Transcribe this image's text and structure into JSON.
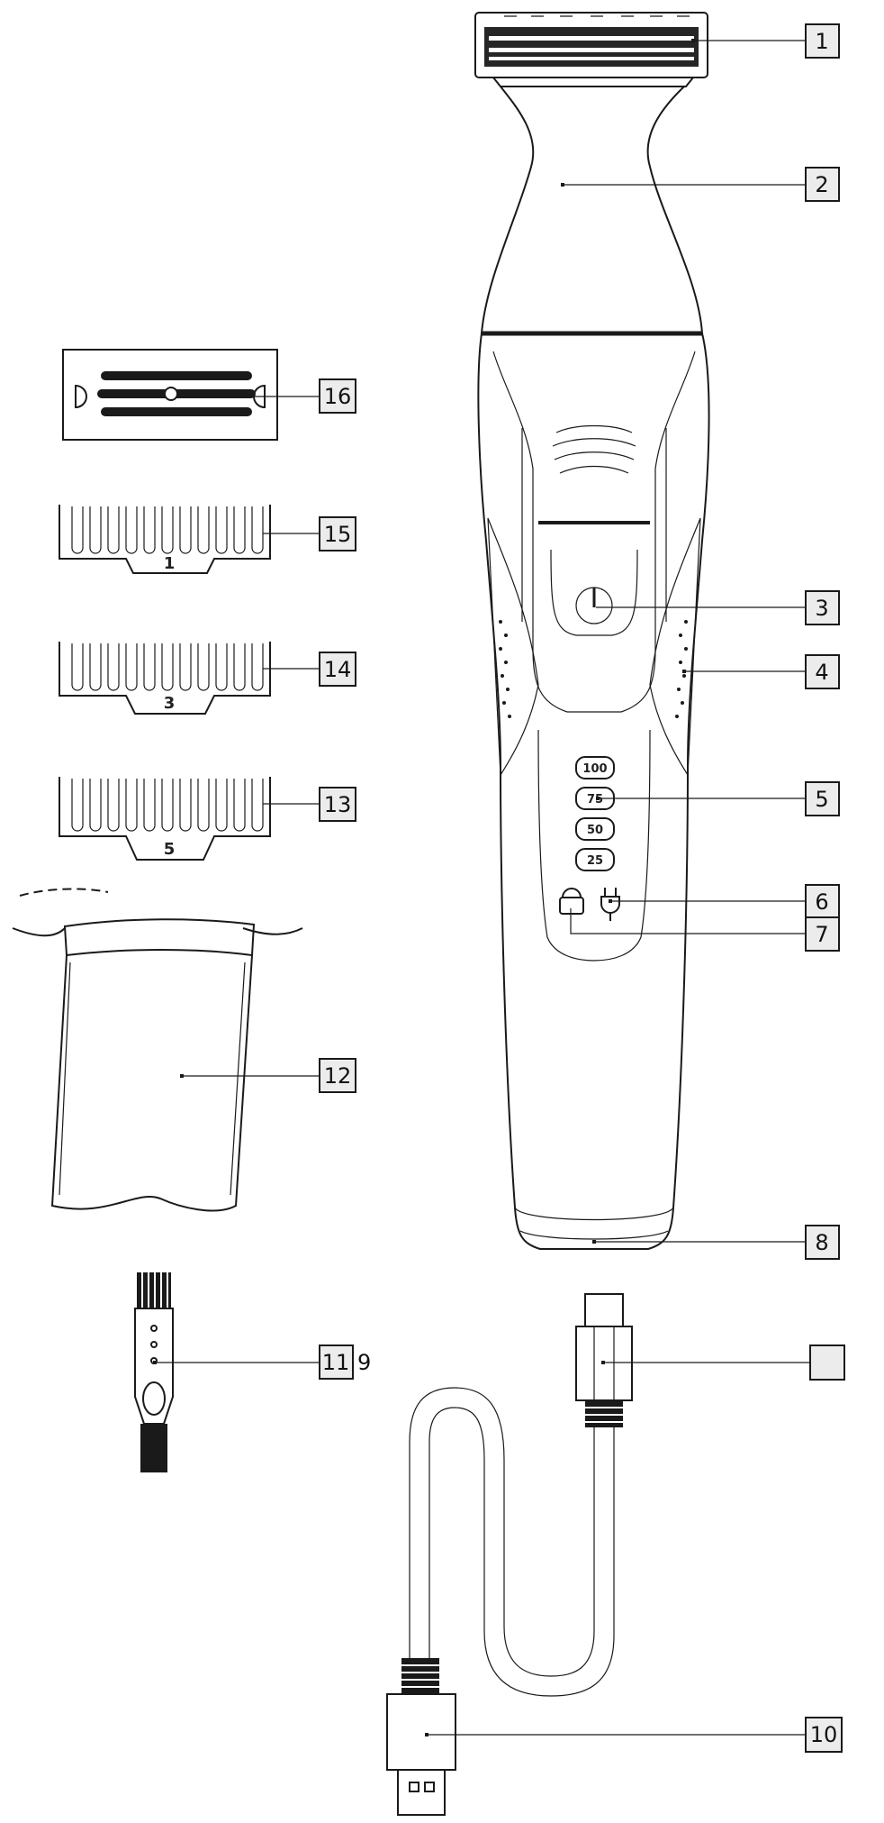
{
  "callouts": [
    {
      "id": "c1",
      "text": "1"
    },
    {
      "id": "c2",
      "text": "2"
    },
    {
      "id": "c3",
      "text": "3"
    },
    {
      "id": "c4",
      "text": "4"
    },
    {
      "id": "c5",
      "text": "5"
    },
    {
      "id": "c6",
      "text": "6"
    },
    {
      "id": "c7",
      "text": "7"
    },
    {
      "id": "c8",
      "text": "8"
    },
    {
      "id": "c9",
      "text": ""
    },
    {
      "id": "c10",
      "text": "10"
    },
    {
      "id": "c11",
      "text": "11"
    },
    {
      "id": "c12",
      "text": "12"
    },
    {
      "id": "c13",
      "text": "13"
    },
    {
      "id": "c14",
      "text": "14"
    },
    {
      "id": "c15",
      "text": "15"
    },
    {
      "id": "c16",
      "text": "16"
    }
  ],
  "stray_label": "9",
  "comb_marks": {
    "comb_1": "1",
    "comb_3": "3",
    "comb_5": "5"
  },
  "speed_levels": [
    "100",
    "75",
    "50",
    "25"
  ]
}
